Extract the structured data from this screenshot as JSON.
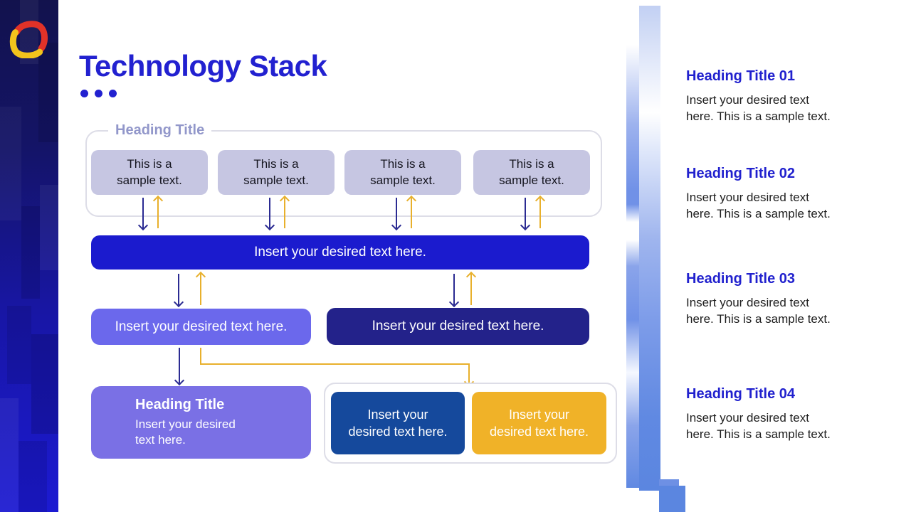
{
  "header": {
    "title": "Technology Stack"
  },
  "logo": {
    "name": "brand-logo",
    "red": "#E23228",
    "yellow": "#F2C31C"
  },
  "diagram": {
    "tier1": {
      "label": "Heading Title",
      "boxes": [
        {
          "lines": [
            "This is a",
            "sample text."
          ]
        },
        {
          "lines": [
            "This is a",
            "sample text."
          ]
        },
        {
          "lines": [
            "This is a",
            "sample text."
          ]
        },
        {
          "lines": [
            "This is a",
            "sample text."
          ]
        }
      ]
    },
    "bar": {
      "text": "Insert your desired text here."
    },
    "tier3": {
      "left_text": "Insert your desired text here.",
      "right_text": "Insert your desired text here."
    },
    "tier4": {
      "left": {
        "title": "Heading Title",
        "body_lines": [
          "Insert your desired",
          "text here."
        ]
      },
      "right": {
        "boxes": [
          {
            "lines": [
              "Insert your",
              "desired text here."
            ]
          },
          {
            "lines": [
              "Insert your",
              "desired text here."
            ]
          }
        ]
      }
    }
  },
  "sidebar": {
    "items": [
      {
        "title": "Heading Title 01",
        "body_lines": [
          "Insert your desired text",
          "here. This is a sample text."
        ]
      },
      {
        "title": "Heading Title 02",
        "body_lines": [
          "Insert your desired text",
          "here. This is a sample text."
        ]
      },
      {
        "title": "Heading Title 03",
        "body_lines": [
          "Insert your desired text",
          "here. This is a sample text."
        ]
      },
      {
        "title": "Heading Title 04",
        "body_lines": [
          "Insert your desired text",
          "here. This is a sample text."
        ]
      }
    ]
  },
  "colors": {
    "accent_blue": "#2221D0",
    "bar_blue": "#1B1BCE",
    "periwinkle": "#6B68EC",
    "navy": "#23228A",
    "purple": "#7A70E5",
    "lavender": "#C6C6E2",
    "box_dark_blue": "#15499C",
    "box_yellow": "#F0B228",
    "arrow_navy": "#2B2B92",
    "arrow_gold": "#E8B02C",
    "rail_top": "#12124D",
    "rail_bottom": "#1C1AD2"
  }
}
